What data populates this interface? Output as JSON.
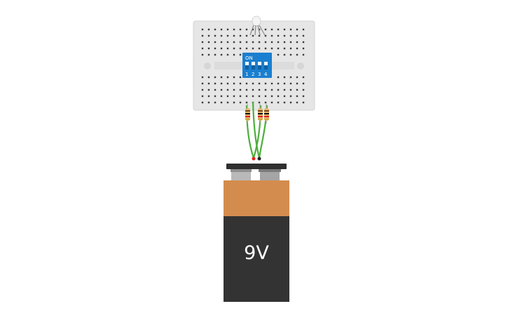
{
  "circuit": {
    "breadboard": {
      "color": "#e8e8e8",
      "hole_color": "#3a3a3a"
    },
    "dip_switch": {
      "on_label": "ON",
      "switch_numbers": [
        "1",
        "2",
        "3",
        "4"
      ],
      "color": "#1a7fd0"
    },
    "battery": {
      "label": "9V",
      "top_color": "#d48c4e",
      "body_color": "#333333"
    },
    "wire_color": "#4caf3a",
    "components": [
      "rgb-led",
      "dip-switch",
      "resistor",
      "resistor",
      "resistor",
      "9v-battery"
    ]
  }
}
